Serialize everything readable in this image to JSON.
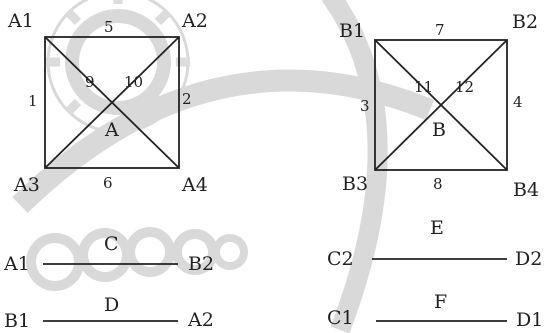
{
  "colors": {
    "ink": "#222222",
    "watermark": "#d9d9d9"
  },
  "watermark": {
    "icon": "sun-seal-watermark"
  },
  "left_figure": {
    "corners": {
      "top_left": "A1",
      "top_right": "A2",
      "bottom_left": "A3",
      "bottom_right": "A4"
    },
    "edges": {
      "top": "5",
      "bottom": "6",
      "left": "1",
      "right": "2"
    },
    "diagonals": {
      "upper_left": "9",
      "upper_right": "10"
    },
    "center": "A"
  },
  "right_figure": {
    "corners": {
      "top_left": "B1",
      "top_right": "B2",
      "bottom_left": "B3",
      "bottom_right": "B4"
    },
    "edges": {
      "top": "7",
      "bottom": "8",
      "left": "3",
      "right": "4"
    },
    "diagonals": {
      "upper_left": "11",
      "upper_right": "12"
    },
    "center": "B"
  },
  "connections": [
    {
      "label": "C",
      "from": "A1",
      "to": "B2"
    },
    {
      "label": "D",
      "from": "B1",
      "to": "A2"
    },
    {
      "label": "E",
      "from": "C2",
      "to": "D2"
    },
    {
      "label": "F",
      "from": "C1",
      "to": "D1"
    }
  ]
}
